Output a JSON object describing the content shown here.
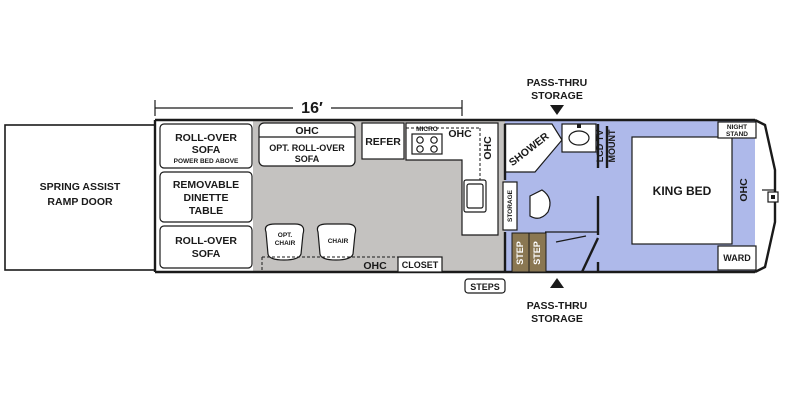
{
  "dimension": "16′",
  "ramp": {
    "line1": "SPRING ASSIST",
    "line2": "RAMP DOOR"
  },
  "front_sofa": {
    "line1": "ROLL-OVER",
    "line2": "SOFA",
    "sub": "POWER BED ABOVE"
  },
  "dinette": {
    "line1": "REMOVABLE",
    "line2": "DINETTE",
    "line3": "TABLE"
  },
  "rear_sofa": {
    "line1": "ROLL-OVER",
    "line2": "SOFA"
  },
  "ohc": "OHC",
  "opt_sofa": {
    "line1": "OPT. ROLL-OVER",
    "line2": "SOFA"
  },
  "refer": "REFER",
  "micro": "MICRO",
  "opt_chair": {
    "line1": "OPT.",
    "line2": "CHAIR"
  },
  "chair": "CHAIR",
  "closet": "CLOSET",
  "steps": "STEPS",
  "storage": "STORAGE",
  "step": "STEP",
  "shower": "SHOWER",
  "lcd": {
    "line1": "LCD TV",
    "line2": "MOUNT"
  },
  "king_bed": "KING BED",
  "night_stand": {
    "line1": "NIGHT",
    "line2": "STAND"
  },
  "ward": "WARD",
  "pass_thru_top": {
    "line1": "PASS-THRU",
    "line2": "STORAGE"
  },
  "pass_thru_bottom": {
    "line1": "PASS-THRU",
    "line2": "STORAGE"
  },
  "colors": {
    "living_floor": "#c4c2c0",
    "bedroom_floor": "#aeb9ea",
    "step": "#8a7752",
    "outline": "#1a1a1a"
  }
}
